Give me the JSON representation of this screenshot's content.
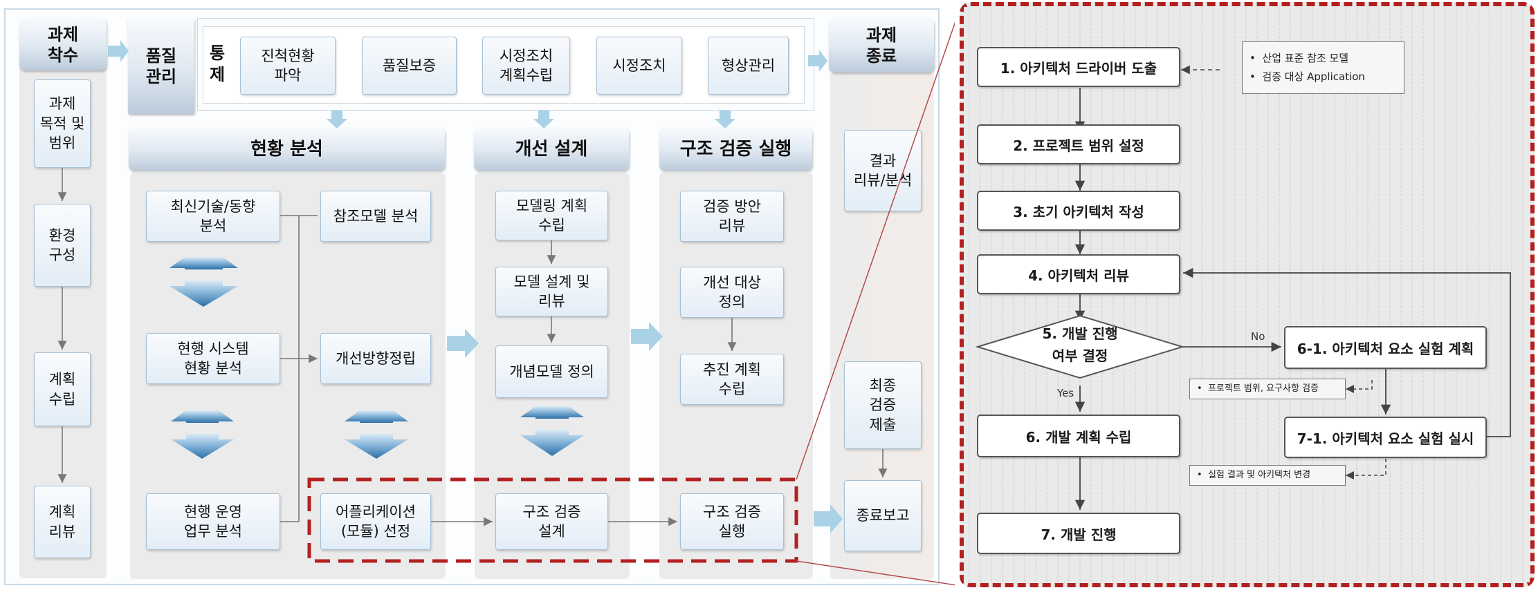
{
  "phases": {
    "start": "과제\n착수",
    "quality": "품질\n관리",
    "control": "통\n제",
    "end": "과제\n종료"
  },
  "control_items": [
    "진척현황\n파악",
    "품질보증",
    "시정조치\n계획수립",
    "시정조치",
    "형상관리"
  ],
  "start_items": [
    "과제\n목적 및\n범위",
    "환경\n구성",
    "계획\n수립",
    "계획\n리뷰"
  ],
  "sections": {
    "analysis": "현황 분석",
    "design": "개선 설계",
    "verify": "구조 검증 실행"
  },
  "analysis_items": {
    "trend": "최신기술/동향\n분석",
    "ref_model": "참조모델 분석",
    "current_system": "현행 시스템\n현황 분석",
    "direction": "개선방향정립",
    "operation": "현행 운영\n업무 분석",
    "app_select": "어플리케이션\n(모듈) 선정"
  },
  "design_items": {
    "plan": "모델링 계획\n수립",
    "model": "모델 설계 및\n리뷰",
    "concept": "개념모델 정의",
    "struct_design": "구조 검증\n설계"
  },
  "verify_items": {
    "review": "검증 방안\n리뷰",
    "target": "개선 대상\n정의",
    "plan": "추진 계획\n수립",
    "execute": "구조 검증\n실행"
  },
  "end_items": {
    "result": "결과\n리뷰/분석",
    "final": "최종\n검증\n제출",
    "report": "종료보고"
  },
  "flowchart": {
    "steps": {
      "s1": "1. 아키텍처 드라이버 도출",
      "s2": "2. 프로젝트 범위 설정",
      "s3": "3. 초기 아키텍처 작성",
      "s4": "4. 아키텍처 리뷰",
      "s5": "5. 개발 진행\n여부 결정",
      "s6": "6. 개발 계획 수립",
      "s7": "7. 개발 진행",
      "s61": "6-1. 아키텍처 요소 실험 계획",
      "s71": "7-1. 아키텍처 요소 실험 실시"
    },
    "driver_notes": [
      "산업 표준 참조 모델",
      "검증 대상 Application"
    ],
    "scope_note": "프로젝트 범위, 요구사항 검증",
    "result_note": "실험 결과 및 아키텍처 변경",
    "no_label": "No",
    "yes_label": "Yes"
  },
  "colors": {
    "header_gradient_bottom": "#bccbdb",
    "box_border": "#a6c0d6",
    "dashed_red": "#b32020",
    "thick_arrow": "#2e6fa8",
    "light_arrow": "#a9d2e6"
  }
}
